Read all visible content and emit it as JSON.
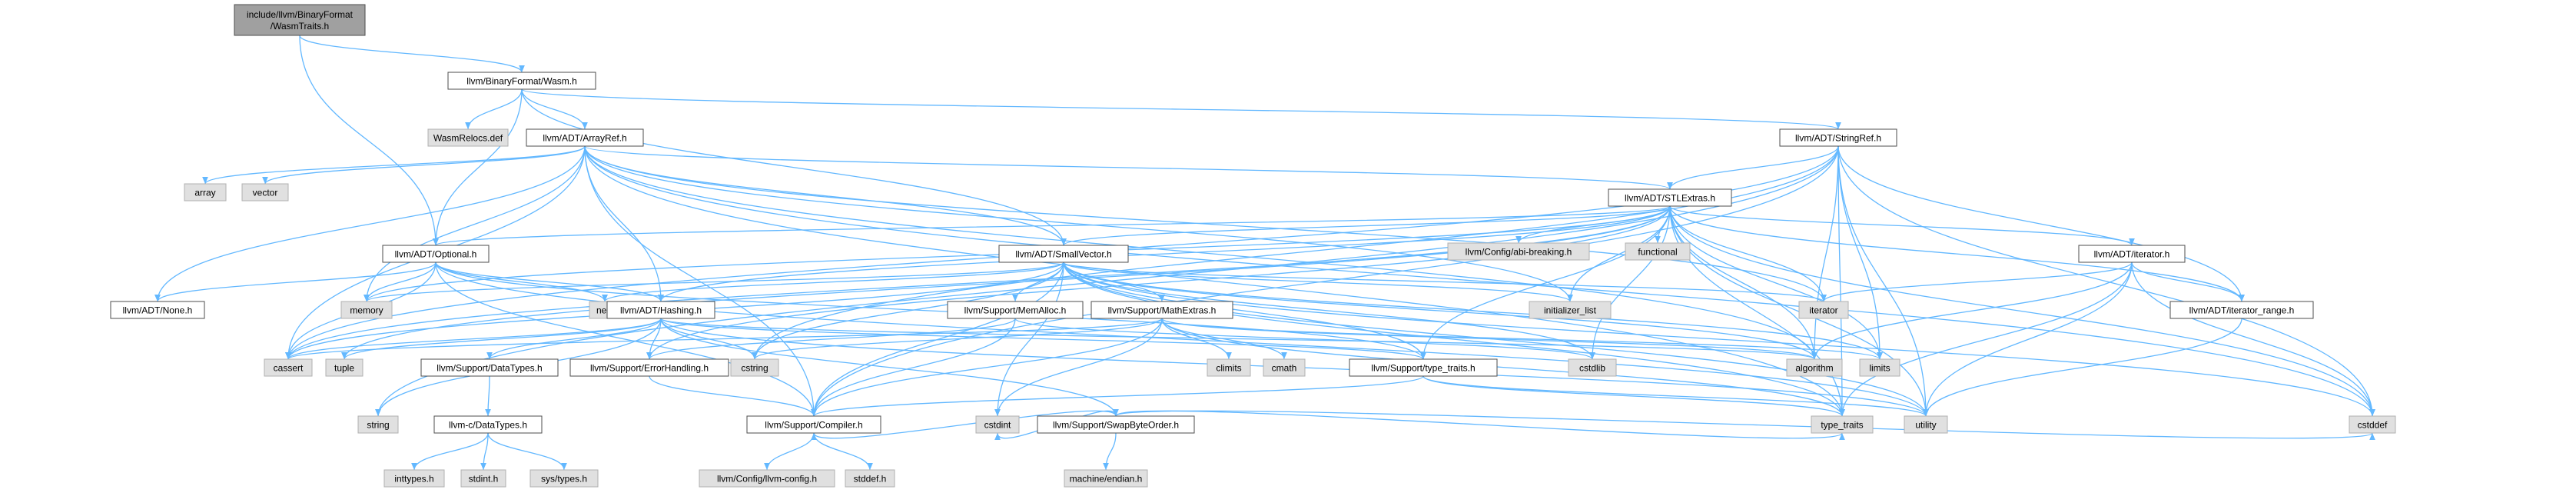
{
  "colors": {
    "edge": "#63b8ff",
    "header_fill": "#ffffff",
    "system_fill": "#e0e0e0",
    "root_fill": "#a0a0a0",
    "border": "#4d4d4d"
  },
  "nodes": [
    {
      "id": "root",
      "lines": [
        "include/llvm/BinaryFormat",
        "/WasmTraits.h"
      ],
      "kind": "root"
    },
    {
      "id": "wasm",
      "lines": [
        "llvm/BinaryFormat/Wasm.h"
      ],
      "kind": "header"
    },
    {
      "id": "wasmrelocs",
      "lines": [
        "WasmRelocs.def"
      ],
      "kind": "system"
    },
    {
      "id": "arrayref",
      "lines": [
        "llvm/ADT/ArrayRef.h"
      ],
      "kind": "header"
    },
    {
      "id": "stringref",
      "lines": [
        "llvm/ADT/StringRef.h"
      ],
      "kind": "header"
    },
    {
      "id": "array",
      "lines": [
        "array"
      ],
      "kind": "system"
    },
    {
      "id": "vector",
      "lines": [
        "vector"
      ],
      "kind": "system"
    },
    {
      "id": "stlextras",
      "lines": [
        "llvm/ADT/STLExtras.h"
      ],
      "kind": "header"
    },
    {
      "id": "abibreaking",
      "lines": [
        "llvm/Config/abi-breaking.h"
      ],
      "kind": "system"
    },
    {
      "id": "functional",
      "lines": [
        "functional"
      ],
      "kind": "system"
    },
    {
      "id": "iteratorh",
      "lines": [
        "llvm/ADT/iterator.h"
      ],
      "kind": "header"
    },
    {
      "id": "optional",
      "lines": [
        "llvm/ADT/Optional.h"
      ],
      "kind": "header"
    },
    {
      "id": "smallvector",
      "lines": [
        "llvm/ADT/SmallVector.h"
      ],
      "kind": "header"
    },
    {
      "id": "noneh",
      "lines": [
        "llvm/ADT/None.h"
      ],
      "kind": "header"
    },
    {
      "id": "memory",
      "lines": [
        "memory"
      ],
      "kind": "system"
    },
    {
      "id": "new",
      "lines": [
        "new"
      ],
      "kind": "system"
    },
    {
      "id": "hashing",
      "lines": [
        "llvm/ADT/Hashing.h"
      ],
      "kind": "header"
    },
    {
      "id": "memalloc",
      "lines": [
        "llvm/Support/MemAlloc.h"
      ],
      "kind": "header"
    },
    {
      "id": "mathextras",
      "lines": [
        "llvm/Support/MathExtras.h"
      ],
      "kind": "header"
    },
    {
      "id": "initlist",
      "lines": [
        "initializer_list"
      ],
      "kind": "system"
    },
    {
      "id": "iterator",
      "lines": [
        "iterator"
      ],
      "kind": "system"
    },
    {
      "id": "iterrange",
      "lines": [
        "llvm/ADT/iterator_range.h"
      ],
      "kind": "header"
    },
    {
      "id": "cassert",
      "lines": [
        "cassert"
      ],
      "kind": "system"
    },
    {
      "id": "tuple",
      "lines": [
        "tuple"
      ],
      "kind": "system"
    },
    {
      "id": "datatypes",
      "lines": [
        "llvm/Support/DataTypes.h"
      ],
      "kind": "header"
    },
    {
      "id": "errorhandling",
      "lines": [
        "llvm/Support/ErrorHandling.h"
      ],
      "kind": "header"
    },
    {
      "id": "cstring",
      "lines": [
        "cstring"
      ],
      "kind": "system"
    },
    {
      "id": "climits",
      "lines": [
        "climits"
      ],
      "kind": "system"
    },
    {
      "id": "cmath",
      "lines": [
        "cmath"
      ],
      "kind": "system"
    },
    {
      "id": "typetraitsh",
      "lines": [
        "llvm/Support/type_traits.h"
      ],
      "kind": "header"
    },
    {
      "id": "cstdlib",
      "lines": [
        "cstdlib"
      ],
      "kind": "system"
    },
    {
      "id": "algorithm",
      "lines": [
        "algorithm"
      ],
      "kind": "system"
    },
    {
      "id": "limits",
      "lines": [
        "limits"
      ],
      "kind": "system"
    },
    {
      "id": "swapbyte",
      "lines": [
        "llvm/Support/SwapByteOrder.h"
      ],
      "kind": "header"
    },
    {
      "id": "cstddef",
      "lines": [
        "cstddef"
      ],
      "kind": "system"
    },
    {
      "id": "string",
      "lines": [
        "string"
      ],
      "kind": "system"
    },
    {
      "id": "cdatatypes",
      "lines": [
        "llvm-c/DataTypes.h"
      ],
      "kind": "header"
    },
    {
      "id": "compiler",
      "lines": [
        "llvm/Support/Compiler.h"
      ],
      "kind": "header"
    },
    {
      "id": "cstdint",
      "lines": [
        "cstdint"
      ],
      "kind": "system"
    },
    {
      "id": "endian",
      "lines": [
        "machine/endian.h"
      ],
      "kind": "system"
    },
    {
      "id": "typetraits",
      "lines": [
        "type_traits"
      ],
      "kind": "system"
    },
    {
      "id": "utility",
      "lines": [
        "utility"
      ],
      "kind": "system"
    },
    {
      "id": "inttypes",
      "lines": [
        "inttypes.h"
      ],
      "kind": "system"
    },
    {
      "id": "stdint",
      "lines": [
        "stdint.h"
      ],
      "kind": "system"
    },
    {
      "id": "systypes",
      "lines": [
        "sys/types.h"
      ],
      "kind": "system"
    },
    {
      "id": "llvmconfig",
      "lines": [
        "llvm/Config/llvm-config.h"
      ],
      "kind": "system"
    },
    {
      "id": "stddef",
      "lines": [
        "stddef.h"
      ],
      "kind": "system"
    }
  ],
  "edges": [
    [
      "root",
      "wasm"
    ],
    [
      "root",
      "optional"
    ],
    [
      "wasm",
      "wasmrelocs"
    ],
    [
      "wasm",
      "arrayref"
    ],
    [
      "wasm",
      "stringref"
    ],
    [
      "wasm",
      "optional"
    ],
    [
      "wasm",
      "smallvector"
    ],
    [
      "arrayref",
      "array"
    ],
    [
      "arrayref",
      "vector"
    ],
    [
      "arrayref",
      "stlextras"
    ],
    [
      "arrayref",
      "noneh"
    ],
    [
      "arrayref",
      "memory"
    ],
    [
      "arrayref",
      "hashing"
    ],
    [
      "arrayref",
      "smallvector"
    ],
    [
      "arrayref",
      "initlist"
    ],
    [
      "arrayref",
      "iterator"
    ],
    [
      "arrayref",
      "algorithm"
    ],
    [
      "arrayref",
      "cassert"
    ],
    [
      "arrayref",
      "compiler"
    ],
    [
      "arrayref",
      "typetraits"
    ],
    [
      "arrayref",
      "cstddef"
    ],
    [
      "stringref",
      "stlextras"
    ],
    [
      "stringref",
      "iterrange"
    ],
    [
      "stringref",
      "compiler"
    ],
    [
      "stringref",
      "algorithm"
    ],
    [
      "stringref",
      "cassert"
    ],
    [
      "stringref",
      "cstddef"
    ],
    [
      "stringref",
      "cstring"
    ],
    [
      "stringref",
      "limits"
    ],
    [
      "stringref",
      "string"
    ],
    [
      "stringref",
      "typetraits"
    ],
    [
      "stringref",
      "utility"
    ],
    [
      "stlextras",
      "abibreaking"
    ],
    [
      "stlextras",
      "functional"
    ],
    [
      "stlextras",
      "iteratorh"
    ],
    [
      "stlextras",
      "optional"
    ],
    [
      "stlextras",
      "smallvector"
    ],
    [
      "stlextras",
      "iterrange"
    ],
    [
      "stlextras",
      "hashing"
    ],
    [
      "stlextras",
      "errorhandling"
    ],
    [
      "stlextras",
      "typetraitsh"
    ],
    [
      "stlextras",
      "initlist"
    ],
    [
      "stlextras",
      "iterator"
    ],
    [
      "stlextras",
      "memory"
    ],
    [
      "stlextras",
      "cassert"
    ],
    [
      "stlextras",
      "tuple"
    ],
    [
      "stlextras",
      "cstdlib"
    ],
    [
      "stlextras",
      "algorithm"
    ],
    [
      "stlextras",
      "limits"
    ],
    [
      "stlextras",
      "cstddef"
    ],
    [
      "stlextras",
      "typetraits"
    ],
    [
      "stlextras",
      "utility"
    ],
    [
      "iteratorh",
      "iterrange"
    ],
    [
      "iteratorh",
      "iterator"
    ],
    [
      "iteratorh",
      "algorithm"
    ],
    [
      "iteratorh",
      "cstddef"
    ],
    [
      "iteratorh",
      "typetraits"
    ],
    [
      "iteratorh",
      "utility"
    ],
    [
      "optional",
      "noneh"
    ],
    [
      "optional",
      "memory"
    ],
    [
      "optional",
      "new"
    ],
    [
      "optional",
      "hashing"
    ],
    [
      "optional",
      "compiler"
    ],
    [
      "optional",
      "typetraitsh"
    ],
    [
      "optional",
      "cassert"
    ],
    [
      "optional",
      "utility"
    ],
    [
      "smallvector",
      "memalloc"
    ],
    [
      "smallvector",
      "mathextras"
    ],
    [
      "smallvector",
      "compiler"
    ],
    [
      "smallvector",
      "typetraitsh"
    ],
    [
      "smallvector",
      "algorithm"
    ],
    [
      "smallvector",
      "cassert"
    ],
    [
      "smallvector",
      "cstddef"
    ],
    [
      "smallvector",
      "cstdlib"
    ],
    [
      "smallvector",
      "cstring"
    ],
    [
      "smallvector",
      "initlist"
    ],
    [
      "smallvector",
      "iterator"
    ],
    [
      "smallvector",
      "limits"
    ],
    [
      "smallvector",
      "memory"
    ],
    [
      "smallvector",
      "new"
    ],
    [
      "smallvector",
      "typetraits"
    ],
    [
      "smallvector",
      "utility"
    ],
    [
      "smallvector",
      "cstdint"
    ],
    [
      "hashing",
      "datatypes"
    ],
    [
      "hashing",
      "errorhandling"
    ],
    [
      "hashing",
      "swapbyte"
    ],
    [
      "hashing",
      "typetraitsh"
    ],
    [
      "hashing",
      "algorithm"
    ],
    [
      "hashing",
      "cassert"
    ],
    [
      "hashing",
      "cstring"
    ],
    [
      "hashing",
      "string"
    ],
    [
      "hashing",
      "tuple"
    ],
    [
      "hashing",
      "utility"
    ],
    [
      "memalloc",
      "compiler"
    ],
    [
      "memalloc",
      "errorhandling"
    ],
    [
      "memalloc",
      "cstdlib"
    ],
    [
      "mathextras",
      "compiler"
    ],
    [
      "mathextras",
      "algorithm"
    ],
    [
      "mathextras",
      "cassert"
    ],
    [
      "mathextras",
      "climits"
    ],
    [
      "mathextras",
      "cmath"
    ],
    [
      "mathextras",
      "cstdint"
    ],
    [
      "mathextras",
      "cstring"
    ],
    [
      "mathextras",
      "limits"
    ],
    [
      "mathextras",
      "typetraits"
    ],
    [
      "iterrange",
      "utility"
    ],
    [
      "datatypes",
      "cdatatypes"
    ],
    [
      "errorhandling",
      "compiler"
    ],
    [
      "typetraitsh",
      "compiler"
    ],
    [
      "typetraitsh",
      "typetraits"
    ],
    [
      "typetraitsh",
      "utility"
    ],
    [
      "swapbyte",
      "compiler"
    ],
    [
      "swapbyte",
      "cstddef"
    ],
    [
      "swapbyte",
      "cstdint"
    ],
    [
      "swapbyte",
      "typetraits"
    ],
    [
      "swapbyte",
      "endian"
    ],
    [
      "cdatatypes",
      "inttypes"
    ],
    [
      "cdatatypes",
      "stdint"
    ],
    [
      "cdatatypes",
      "systypes"
    ],
    [
      "compiler",
      "llvmconfig"
    ],
    [
      "compiler",
      "stddef"
    ]
  ]
}
